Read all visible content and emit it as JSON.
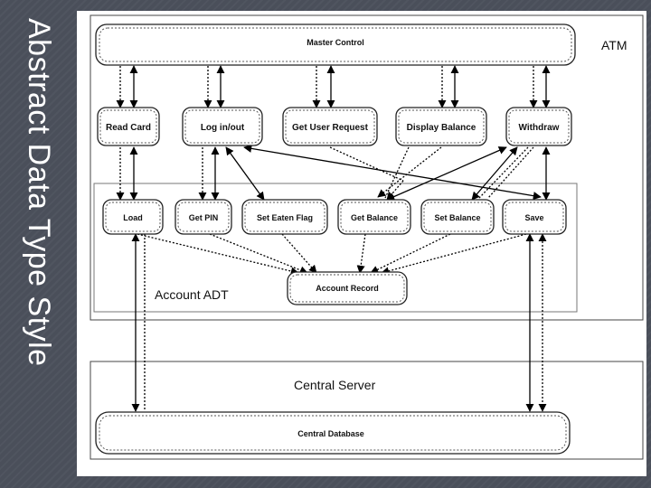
{
  "slide": {
    "title": "Abstract Data Type Style"
  },
  "diagram": {
    "regions": {
      "atm": "ATM",
      "account_adt": "Account ADT",
      "central_server": "Central Server"
    },
    "master_control": "Master Control",
    "atm_functions": [
      "Read Card",
      "Log in/out",
      "Get User Request",
      "Display Balance",
      "Withdraw"
    ],
    "adt_operations": [
      "Load",
      "Get PIN",
      "Set Eaten Flag",
      "Get Balance",
      "Set Balance",
      "Save"
    ],
    "account_record": "Account Record",
    "central_database": "Central Database"
  }
}
